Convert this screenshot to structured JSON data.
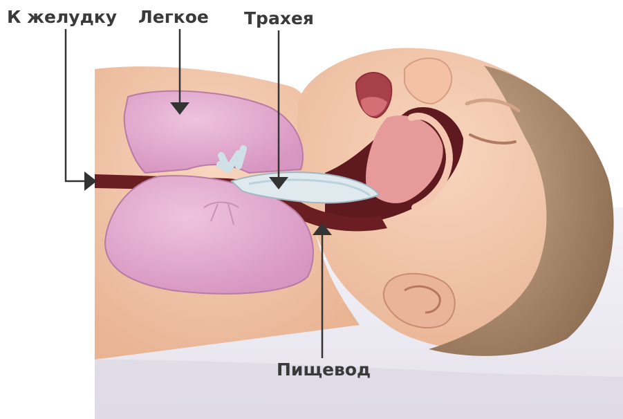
{
  "labels": {
    "to_stomach": "К желудку",
    "lung": "Легкое",
    "trachea": "Трахея",
    "esophagus": "Пищевод"
  },
  "colors": {
    "skin": "#f2c4a8",
    "lung": "#e2a8cf",
    "esophagus": "#6b1e22",
    "trachea": "#dfe9ee",
    "hair": "#9c7c60",
    "sheet": "#eceaf2",
    "leader": "#333333"
  }
}
